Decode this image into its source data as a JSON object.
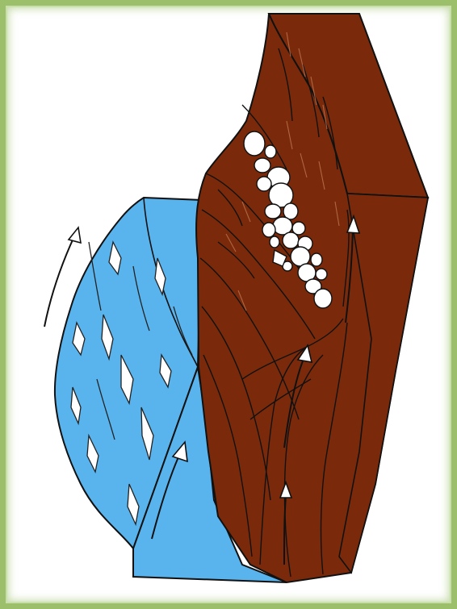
{
  "figure": {
    "frame_color": "#9bbf6a",
    "colors": {
      "blue_block": "#59b4ee",
      "brown_block": "#7a2a0a",
      "outline": "#111111",
      "clasts": "#ffffff"
    },
    "arrows": [
      {
        "direction": "up",
        "block": "blue",
        "side": "left"
      },
      {
        "direction": "up",
        "block": "blue",
        "side": "front"
      },
      {
        "direction": "up",
        "block": "brown",
        "side": "right"
      },
      {
        "direction": "up",
        "block": "brown",
        "side": "middle"
      },
      {
        "direction": "up",
        "block": "brown",
        "side": "bottom"
      }
    ]
  }
}
